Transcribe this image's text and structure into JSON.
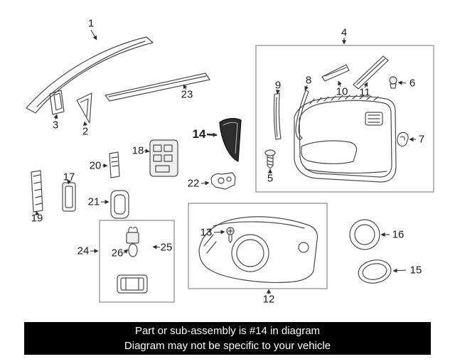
{
  "banner": {
    "line1": "Part or sub-assembly is #14 in diagram",
    "line2": "Diagram may not be specific to your vehicle",
    "background_color": "#000000",
    "text_color": "#ffffff"
  },
  "diagram": {
    "type": "exploded-parts-diagram",
    "subject": "front door interior trim components",
    "highlighted_part_label": "14",
    "highlight_fill_color": "#2d2d2d",
    "line_color": "#4a4a4a",
    "group_box_color": "#9b9b9b",
    "callouts": [
      {
        "label": "1"
      },
      {
        "label": "2"
      },
      {
        "label": "3"
      },
      {
        "label": "4"
      },
      {
        "label": "5"
      },
      {
        "label": "6"
      },
      {
        "label": "7"
      },
      {
        "label": "8"
      },
      {
        "label": "9"
      },
      {
        "label": "10"
      },
      {
        "label": "11"
      },
      {
        "label": "12"
      },
      {
        "label": "13"
      },
      {
        "label": "14",
        "highlighted": true
      },
      {
        "label": "15"
      },
      {
        "label": "16"
      },
      {
        "label": "17"
      },
      {
        "label": "18"
      },
      {
        "label": "19"
      },
      {
        "label": "20"
      },
      {
        "label": "21"
      },
      {
        "label": "22"
      },
      {
        "label": "23"
      },
      {
        "label": "24"
      },
      {
        "label": "25"
      },
      {
        "label": "26"
      }
    ]
  }
}
